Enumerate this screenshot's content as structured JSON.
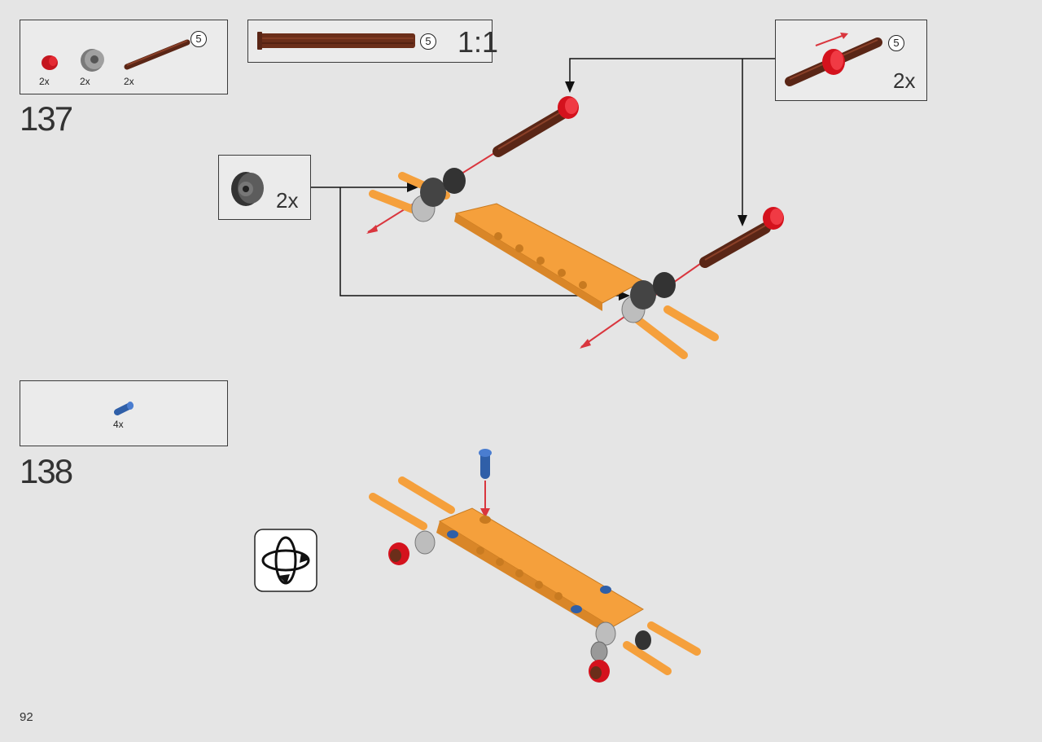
{
  "step137": {
    "number": "137",
    "parts": [
      {
        "qty": "2x",
        "icon": "red-bush-icon"
      },
      {
        "qty": "2x",
        "icon": "gray-wheel-hub-icon"
      },
      {
        "qty": "2x",
        "icon": "brown-axle-5-icon"
      }
    ],
    "axle_length": "5",
    "scale_box": {
      "length": "5",
      "scale": "1:1"
    },
    "callout_axle": {
      "length": "5",
      "qty": "2x"
    },
    "callout_hub": {
      "qty": "2x"
    }
  },
  "step138": {
    "number": "138",
    "parts": [
      {
        "qty": "4x",
        "icon": "blue-pin-icon"
      }
    ]
  },
  "page_number": "92",
  "colors": {
    "orange": "#f5a03c",
    "red": "#d9232d",
    "brown": "#6b2e1a",
    "blue": "#2f5fa8",
    "arrow_red": "#d9363e"
  }
}
